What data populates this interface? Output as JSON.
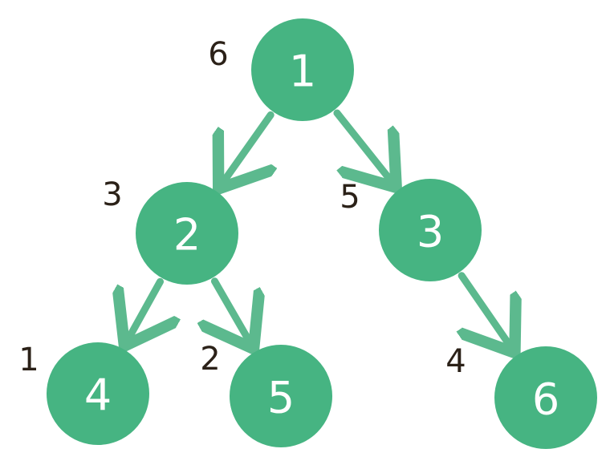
{
  "colors": {
    "node_fill": "#46b482",
    "node_text": "#ffffff",
    "edge": "#5cb98e",
    "order_text": "#2b2118",
    "background": "#ffffff"
  },
  "nodes": [
    {
      "id": "1",
      "label": "1",
      "order": "6"
    },
    {
      "id": "2",
      "label": "2",
      "order": "3"
    },
    {
      "id": "3",
      "label": "3",
      "order": "5"
    },
    {
      "id": "4",
      "label": "4",
      "order": "1"
    },
    {
      "id": "5",
      "label": "5",
      "order": "2"
    },
    {
      "id": "6",
      "label": "6",
      "order": "4"
    }
  ],
  "edges": [
    {
      "from": "1",
      "to": "2"
    },
    {
      "from": "1",
      "to": "3"
    },
    {
      "from": "2",
      "to": "4"
    },
    {
      "from": "2",
      "to": "5"
    },
    {
      "from": "3",
      "to": "6"
    }
  ]
}
